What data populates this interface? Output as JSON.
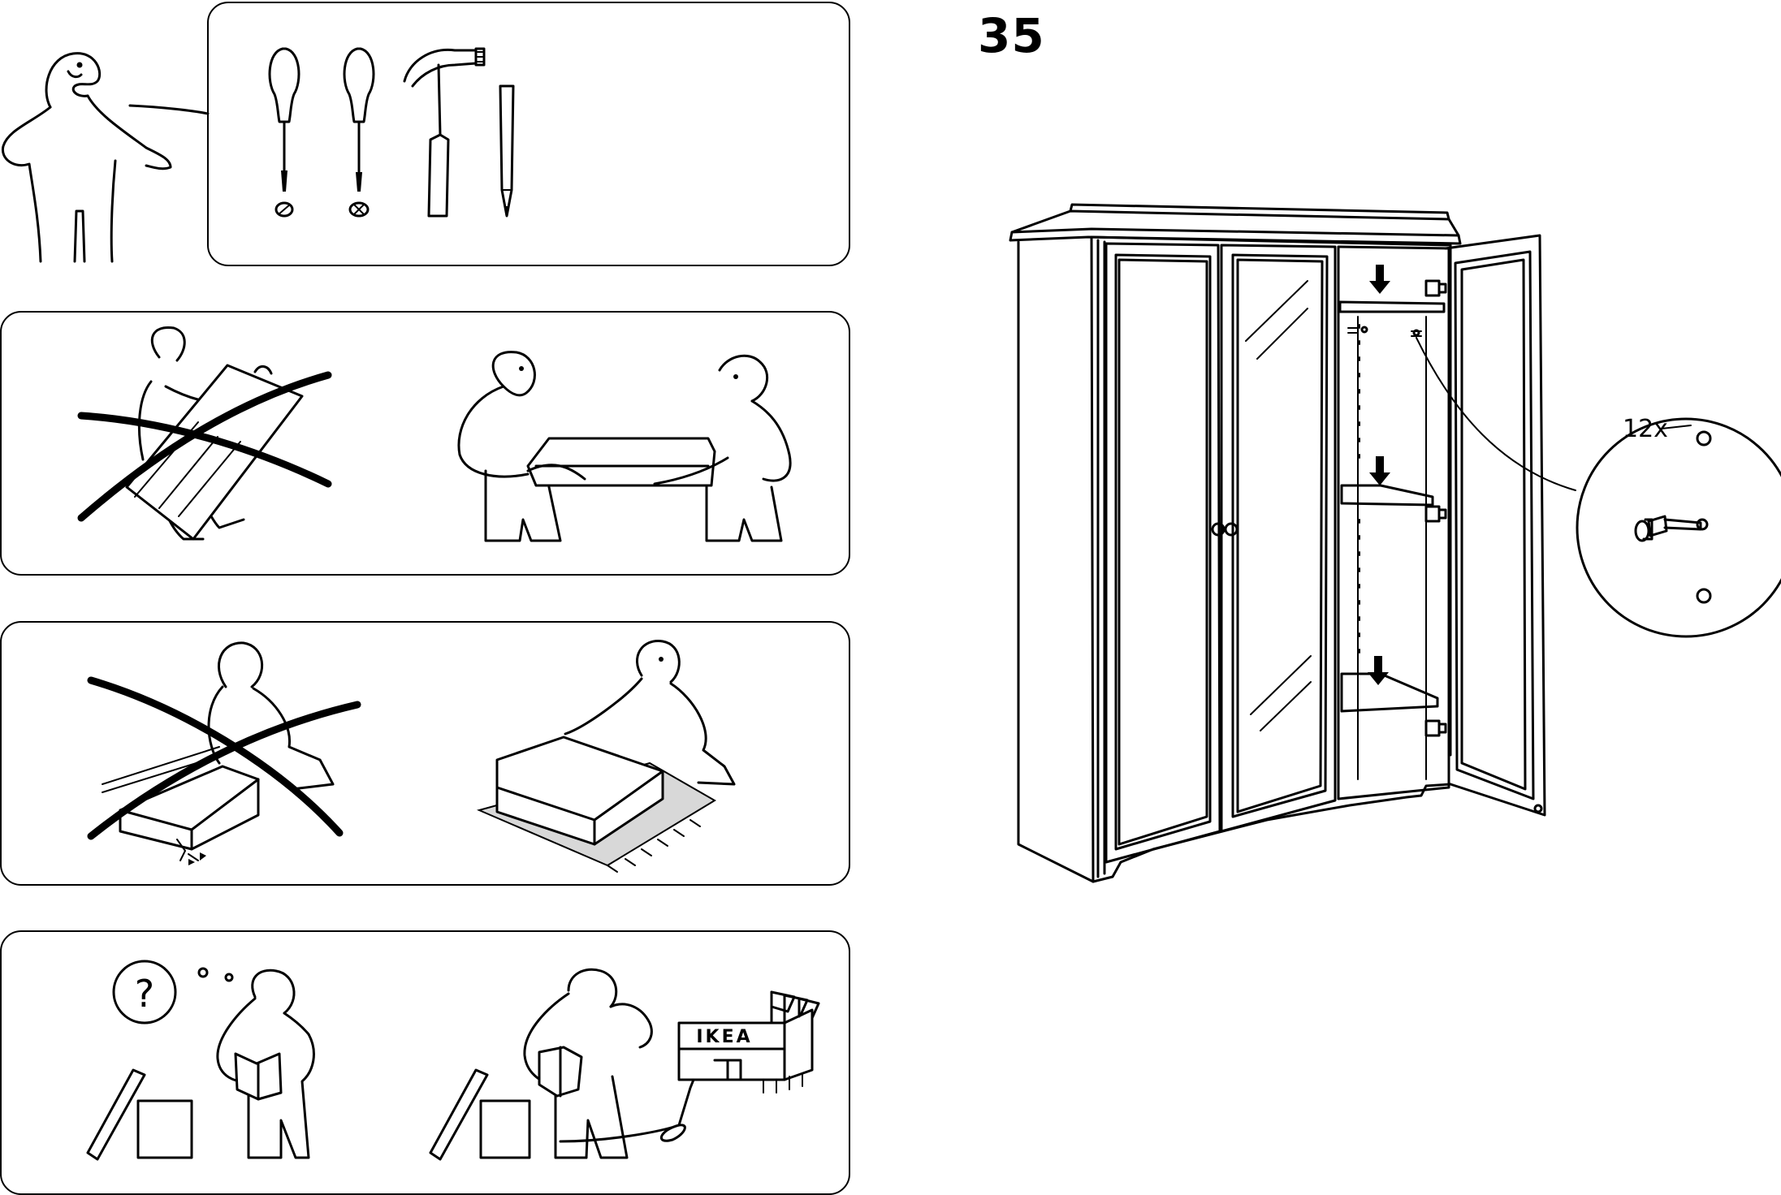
{
  "page": {
    "number": "35"
  },
  "panels": {
    "tools": {
      "items": [
        "flat-screwdriver",
        "phillips-screwdriver",
        "hammer",
        "pencil"
      ]
    },
    "handling": {
      "wrong": "one-person-carry",
      "right": "two-person-carry"
    },
    "surface": {
      "wrong": "hard-floor",
      "right": "soft-mat"
    },
    "help": {
      "question_symbol": "?",
      "store_sign": "IKEA"
    }
  },
  "step": {
    "quantity_label": "12x",
    "part": "shelf-support-pin",
    "arrows": 3
  },
  "colors": {
    "ink": "#000000",
    "paper": "#ffffff",
    "mat": "#d8d8d8"
  }
}
